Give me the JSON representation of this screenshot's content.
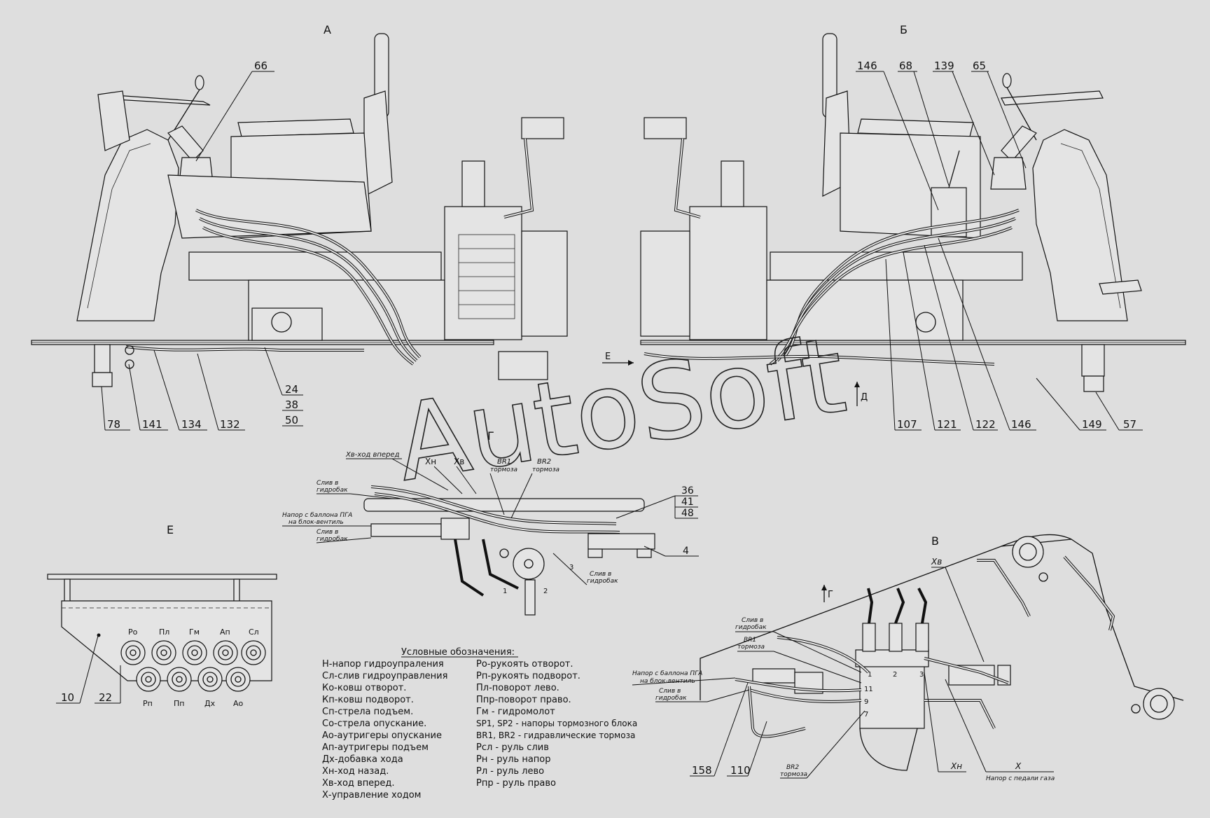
{
  "views": {
    "a": "А",
    "b": "Б",
    "v": "В",
    "g": "Г",
    "e": "Е",
    "e_arrow": "Е",
    "d_arrow": "Д",
    "g_arrow": "Г"
  },
  "callouts": {
    "c66": "66",
    "c146_top": "146",
    "c68": "68",
    "c139": "139",
    "c65": "65",
    "c24": "24",
    "c38": "38",
    "c50": "50",
    "c78": "78",
    "c141": "141",
    "c134": "134",
    "c132": "132",
    "c107": "107",
    "c121": "121",
    "c122": "122",
    "c146_bot": "146",
    "c149": "149",
    "c57": "57",
    "c36": "36",
    "c41": "41",
    "c48": "48",
    "c4": "4",
    "c10": "10",
    "c22": "22",
    "c158": "158",
    "c110": "110"
  },
  "view_g_labels": {
    "xv_forward": "Хв-ход вперед",
    "xn": "Хн",
    "xv": "Хв",
    "br1": "BR1",
    "br1_sub": "тормоза",
    "br2": "BR2",
    "br2_sub": "тормоза",
    "drain1": "Слив в",
    "drain1_sub": "гидробак",
    "pressure": "Напор с баллона ПГА",
    "pressure_sub": "на блок-вентиль",
    "drain2": "Слив в",
    "drain2_sub": "гидробак",
    "drain3": "Слив в",
    "drain3_sub": "гидробак",
    "n1": "1",
    "n2": "2",
    "n3": "3"
  },
  "view_e_ports": {
    "top": [
      "Ро",
      "Пл",
      "Гм",
      "Ап",
      "Сл"
    ],
    "bottom": [
      "Рп",
      "Пп",
      "Дх",
      "Ао"
    ]
  },
  "view_v_labels": {
    "xv": "Хв",
    "drain": "Слив в",
    "drain_sub": "гидробак",
    "br1": "BR1",
    "br1_sub": "тормоза",
    "pressure": "Напор с баллона ПГА",
    "pressure_sub": "на блок-вентиль",
    "drain2": "Слив в",
    "drain2_sub": "гидробак",
    "br2": "BR2",
    "br2_sub": "тормоза",
    "xn": "Хн",
    "x": "Х",
    "x_sub": "Напор с педали газа",
    "n1": "1",
    "n2": "2",
    "n3": "3",
    "n11": "11",
    "n9": "9",
    "n7": "7"
  },
  "legend": {
    "title": "Условные обозначения:",
    "col1": [
      "Н-напор гидроупраления",
      "Сл-слив гидроуправления",
      "Ко-ковш отворот.",
      "Кп-ковш подворот.",
      "Сп-стрела подъем.",
      "Со-стрела опускание.",
      "Ао-аутригеры опускание",
      "Ап-аутригеры подъем",
      "Дх-добавка хода",
      "Хн-ход назад.",
      "Хв-ход вперед.",
      "Х-управление ходом"
    ],
    "col2": [
      "Ро-рукоять отворот.",
      "Рп-рукоять подворот.",
      "Пл-поворот лево.",
      "Ппр-поворот право.",
      "Гм - гидромолот",
      "SP1, SP2 - напоры тормозного блока",
      "BR1, BR2 - гидравлические тормоза",
      "Рсл - руль слив",
      "Рн  - руль напор",
      "Рл - руль лево",
      "Рпр - руль право"
    ]
  },
  "watermark": "AutoSoft"
}
